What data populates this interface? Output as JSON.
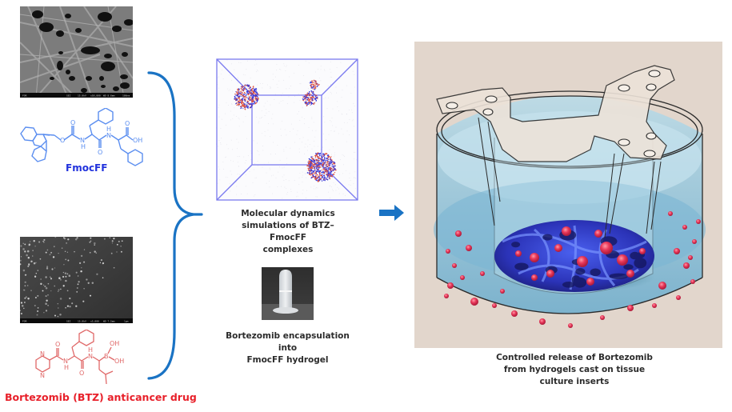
{
  "left_panel": {
    "fmocff": {
      "label": "FmocFF",
      "color": "#2233dd",
      "structure_color": "#5b8ef0",
      "atoms": {
        "o1": "O",
        "o2": "O",
        "o3": "O",
        "o4": "O",
        "nh1": "N",
        "h1": "H",
        "nh2": "N",
        "h2": "H",
        "oh": "OH"
      }
    },
    "btz": {
      "label": "Bortezomib (BTZ) anticancer drug",
      "color": "#e8202a",
      "structure_color": "#e06868",
      "atoms": {
        "n1": "N",
        "n2": "N",
        "o1": "O",
        "o2": "O",
        "nh1": "N",
        "h1": "H",
        "nh2": "N",
        "h2": "H",
        "b": "B",
        "oh1": "OH",
        "oh2": "OH"
      }
    },
    "sem_top": {
      "kind": "SEM micrograph of FmocFF hydrogel fibers"
    },
    "sem_bottom": {
      "kind": "SEM micrograph of BTZ-loaded hydrogel"
    }
  },
  "middle_panel": {
    "md_caption": {
      "line1": "Molecular dynamics",
      "line2": "simulations of BTZ–FmocFF",
      "line3": "complexes"
    },
    "vial_caption": {
      "line1": "Bortezomib encapsulation into",
      "line2": "FmocFF hydrogel"
    },
    "box_color": "#7b7bf0",
    "cluster_colors": {
      "blue": "#3b3bd8",
      "red": "#e0503a"
    }
  },
  "arrow": {
    "icon": "right-arrow-icon",
    "color": "#1a73c4"
  },
  "brace": {
    "icon": "curly-brace-icon",
    "color": "#1a73c4"
  },
  "right_panel": {
    "background": "#e2d6cc",
    "caption": {
      "line1": "Controlled release of Bortezomib",
      "line2": "from hydrogels cast on tissue",
      "line3": "culture inserts"
    },
    "liquid_color": "#8fc4dd",
    "drug_particle_color": "#e8385a"
  }
}
